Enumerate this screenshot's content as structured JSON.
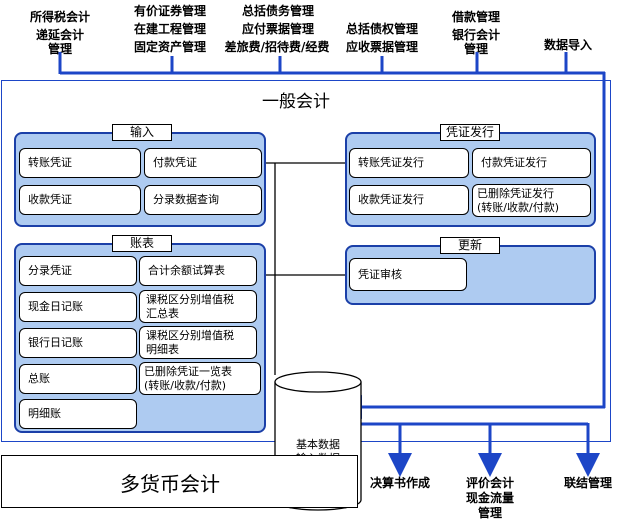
{
  "top_labels": {
    "tax": "所得税会计",
    "deferred": "递延会计\n管理",
    "securities": "有价证券管理",
    "construction": "在建工程管理",
    "fixed_assets": "固定资产管理",
    "debt": "总括债务管理",
    "payable": "应付票据管理",
    "travel": "差旅费/招待费/经费",
    "credit": "总括债权管理",
    "receivable": "应收票据管理",
    "loan": "借款管理",
    "bank": "银行会计\n管理",
    "import": "数据导入"
  },
  "main": {
    "title": "一般会计"
  },
  "input_group": {
    "title": "输入",
    "items": [
      "转账凭证",
      "付款凭证",
      "收款凭证",
      "分录数据查询"
    ]
  },
  "voucher_group": {
    "title": "凭证发行",
    "items": [
      "转账凭证发行",
      "付款凭证发行",
      "收款凭证发行",
      "已删除凭证发行\n(转账/收款/付款)"
    ]
  },
  "ledger_group": {
    "title": "账表",
    "items": [
      "分录凭证",
      "合计余额试算表",
      "现金日记账",
      "课税区分别增值税\n汇总表",
      "银行日记账",
      "课税区分别增值税\n明细表",
      "总账",
      "已删除凭证一览表\n(转账/收款/付款)",
      "明细账"
    ]
  },
  "update_group": {
    "title": "更新",
    "items": [
      "凭证审核"
    ]
  },
  "database": {
    "label": "基本数据\n输入数据"
  },
  "multi_currency": {
    "label": "多货币会计"
  },
  "bottom_labels": {
    "settlement": "决算书作成",
    "valuation": "评价会计",
    "cashflow": "现金流量\n管理",
    "consolidation": "联结管理"
  },
  "colors": {
    "line": "#1d46c7",
    "group_fill": "#aecbf1",
    "group_border": "#1b3fa8"
  }
}
